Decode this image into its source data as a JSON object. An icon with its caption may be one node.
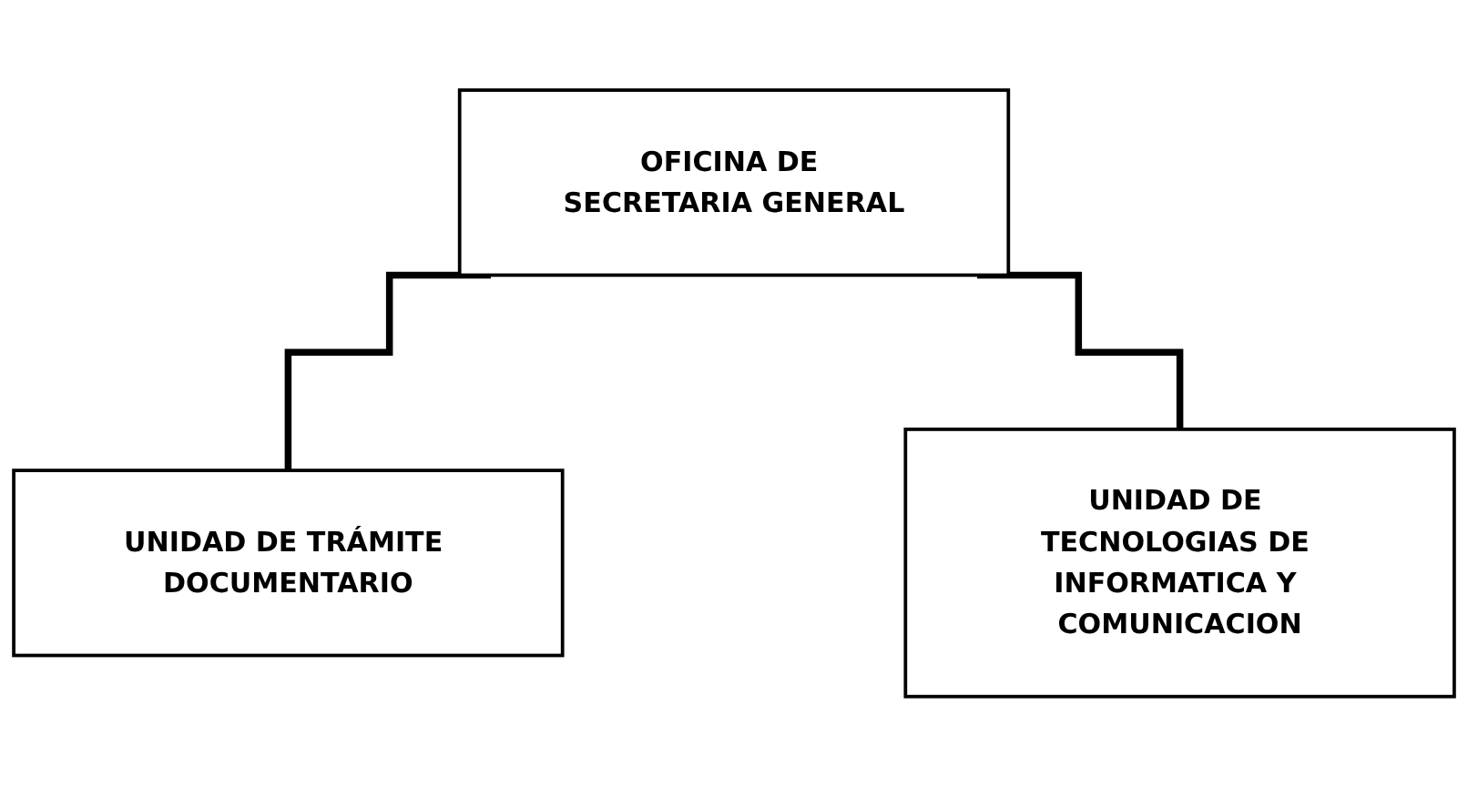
{
  "diagram": {
    "nodes": [
      {
        "text": [
          "OFICINA DE SECRETARIA GENERAL"
        ]
      },
      {
        "text": [
          "UNIDAD DE TRÁMITE DOCUMENTARIO"
        ]
      },
      {
        "text": [
          "UNIDAD DE TECNOLOGIAS DE INFORMATICA Y COMUNICACION"
        ]
      }
    ],
    "edges": [
      {
        "from": 0,
        "to": 1,
        "arrow": "none"
      },
      {
        "from": 0,
        "to": 2,
        "arrow": "none"
      }
    ]
  }
}
